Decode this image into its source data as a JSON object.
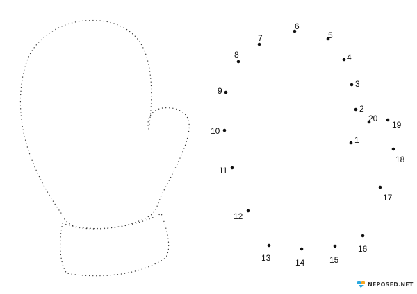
{
  "colors": {
    "ink": "#111111",
    "brand_blue": "#2aa8e0",
    "brand_orange": "#f5a623"
  },
  "brand": {
    "icon": "neposed-logo-icon",
    "text": "NEPOSED.NET"
  },
  "dots": [
    {
      "label": "1"
    },
    {
      "label": "2"
    },
    {
      "label": "3"
    },
    {
      "label": "4"
    },
    {
      "label": "5"
    },
    {
      "label": "6"
    },
    {
      "label": "7"
    },
    {
      "label": "8"
    },
    {
      "label": "9"
    },
    {
      "label": "10"
    },
    {
      "label": "11"
    },
    {
      "label": "12"
    },
    {
      "label": "13"
    },
    {
      "label": "14"
    },
    {
      "label": "15"
    },
    {
      "label": "16"
    },
    {
      "label": "17"
    },
    {
      "label": "18"
    },
    {
      "label": "19"
    },
    {
      "label": "20"
    }
  ]
}
